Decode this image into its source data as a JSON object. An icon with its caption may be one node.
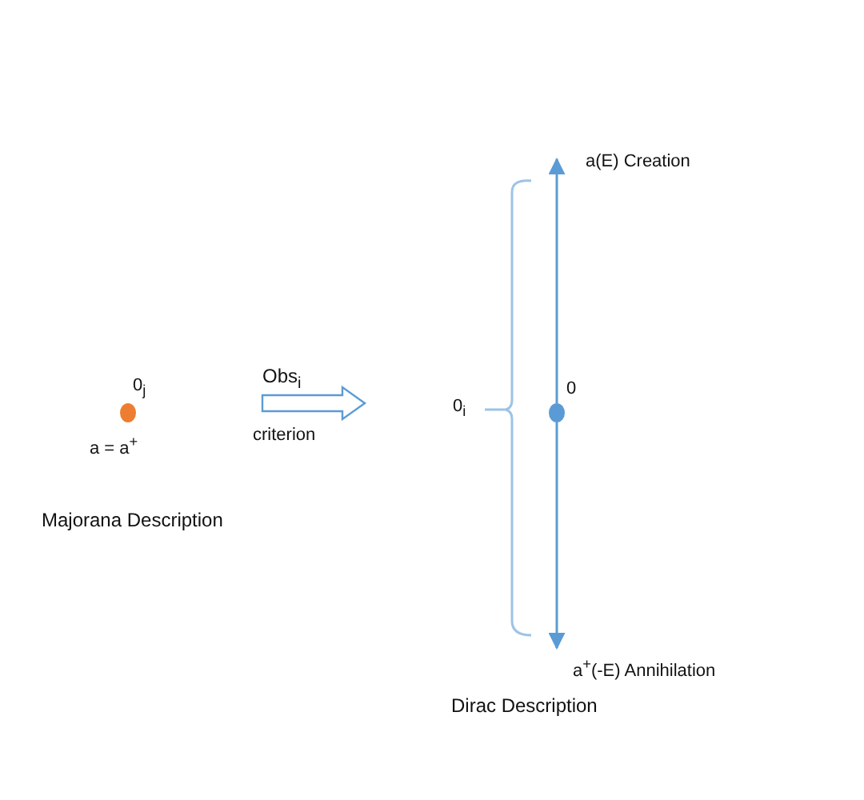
{
  "diagram": {
    "nodes": [
      {
        "text": [],
        "shape": "circle",
        "beside": [
          "0$_{j}$",
          "a = a$^{+}$"
        ]
      },
      {
        "text": [],
        "shape": "circle",
        "beside": [
          "0"
        ]
      },
      {
        "text": [
          "a(E) Creation"
        ]
      },
      {
        "text": [
          "a$^{+}$(-E) Annihilation"
        ]
      }
    ],
    "edges": [
      {
        "from": 1,
        "to": 2,
        "arrow": "to"
      },
      {
        "from": 1,
        "to": 3,
        "arrow": "to"
      }
    ],
    "labels": [
      "Obs$_{i}$",
      "criterion",
      "Majorana Description",
      "0$_{i}$",
      "Dirac Description"
    ]
  }
}
